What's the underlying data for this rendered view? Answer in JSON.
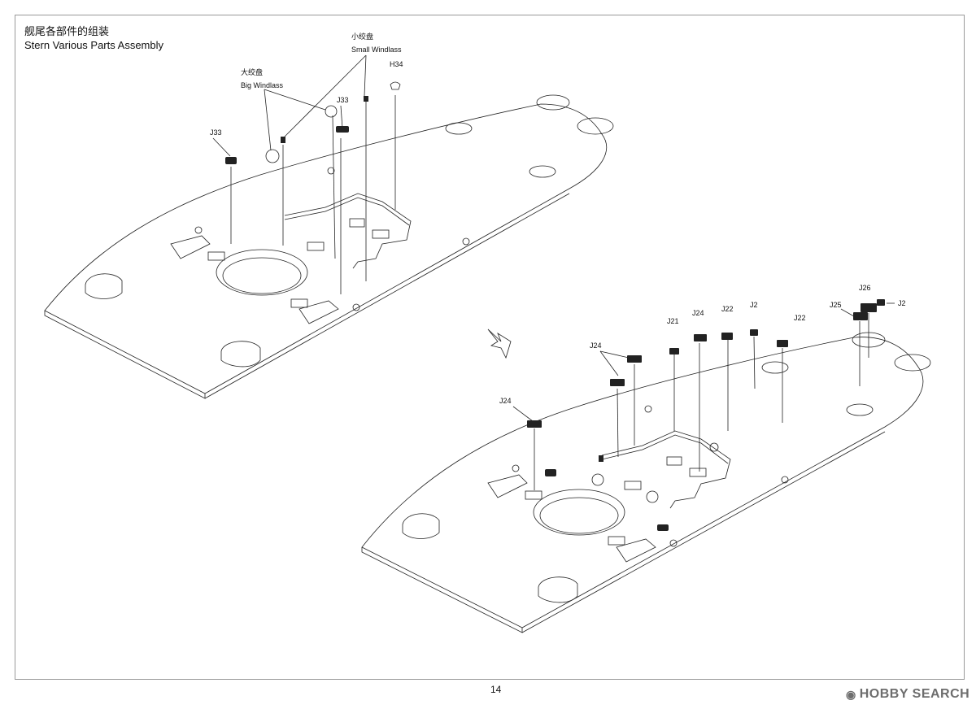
{
  "header": {
    "title_cn": "舰尾各部件的组装",
    "title_en": "Stern Various Parts Assembly"
  },
  "labels": {
    "small_windlass_cn": "小绞盘",
    "small_windlass_en": "Small Windlass",
    "big_windlass_cn": "大绞盘",
    "big_windlass_en": "Big Windlass",
    "h34": "H34",
    "j33_a": "J33",
    "j33_b": "J33",
    "j24_a": "J24",
    "j24_b": "J24",
    "j24_c": "J24",
    "j21": "J21",
    "j22_a": "J22",
    "j22_b": "J22",
    "j2_a": "J2",
    "j2_b": "J2",
    "j25": "J25",
    "j26": "J26"
  },
  "footer": {
    "page_number": "14",
    "watermark": "HOBBY SEARCH"
  },
  "colors": {
    "line": "#222222",
    "frame": "#999999",
    "watermark": "#6d6d6d"
  }
}
